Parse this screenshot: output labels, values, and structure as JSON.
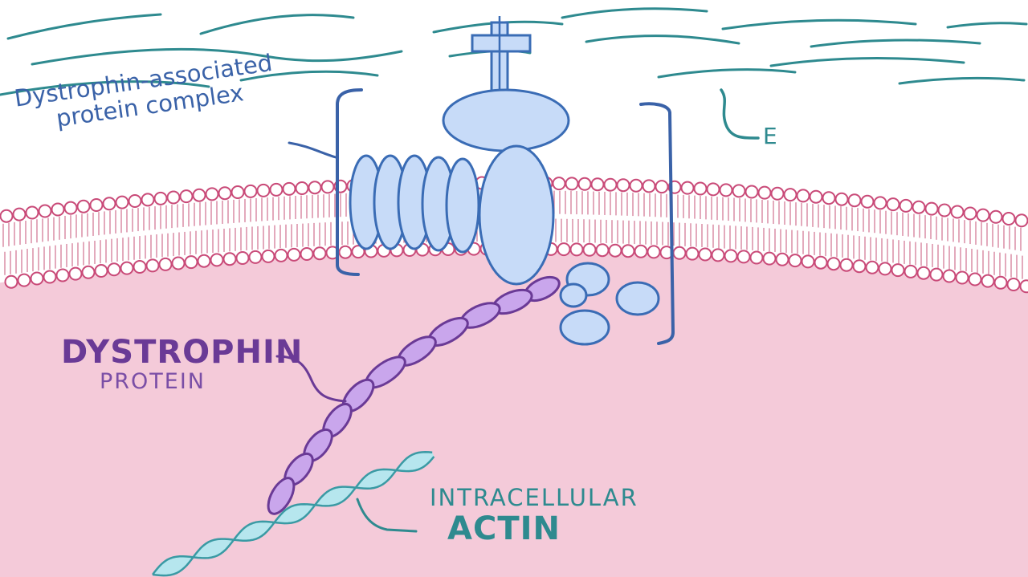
{
  "labels": {
    "dapc_line1": "Dystrophin-associated",
    "dapc_line2": "protein complex",
    "e": "E",
    "dystrophin_line1": "DYSTROPHIN",
    "dystrophin_line2": "PROTEIN",
    "actin_line1": "INTRACELLULAR",
    "actin_line2": "ACTIN"
  },
  "colors": {
    "background": "#ffffff",
    "cytoplasm": "#f4cad9",
    "membrane_head_stroke": "#c94a78",
    "membrane_head_fill": "#ffffff",
    "membrane_tail": "#d07090",
    "extracellular_fiber": "#2e8a8f",
    "protein_fill": "#c7dbf8",
    "protein_stroke": "#3a6cb5",
    "bracket": "#3a62a8",
    "dystrophin_fill": "#c9a6ec",
    "dystrophin_stroke": "#6a3a96",
    "actin_fill": "#b6e6ee",
    "actin_stroke": "#3a9aa4"
  }
}
